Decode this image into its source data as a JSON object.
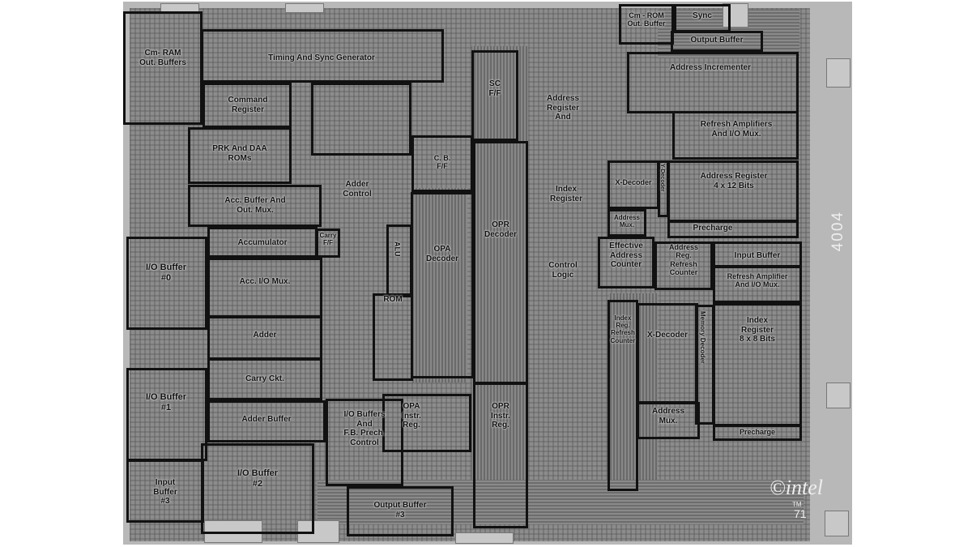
{
  "chip": {
    "part_number": "4004",
    "brand": "©intel",
    "trademark": "TM",
    "year": "71"
  },
  "blocks": {
    "cm_ram_out_buffers": "Cm- RAM\nOut. Buffers",
    "timing_sync_generator": "Timing And Sync Generator",
    "command_register": "Command\nRegister",
    "prk_daa_roms": "PRK And DAA\nROMs",
    "acc_buffer_out_mux": "Acc. Buffer And\nOut. Mux.",
    "accumulator": "Accumulator",
    "carry_ff": "Carry\nF/F",
    "io_buffer_0": "I/O Buffer\n#0",
    "acc_io_mux": "Acc. I/O  Mux.",
    "adder": "Adder",
    "carry_ckt": "Carry Ckt.",
    "io_buffer_1": "I/O Buffer\n#1",
    "adder_buffer": "Adder  Buffer",
    "input_buffer_3": "Input\nBuffer\n#3",
    "io_buffer_2": "I/O Buffer\n#2",
    "io_buffers_fb_prech": "I/O Buffers\nAnd\nF.B. Prech.\nControl",
    "output_buffer_3": "Output Buffer\n#3",
    "adder_control": "Adder\nControl",
    "c_b_ff": "C. B.\nF/F",
    "alu_label": "ALU",
    "opa_decoder": "OPA\nDecoder",
    "rom": "ROM",
    "opa_instr_reg": "OPA\nInstr.\nReg.",
    "sc_ff": "SC\nF/F",
    "opr_decoder": "OPR\nDecoder",
    "opr_instr_reg": "OPR\nInstr.\nReg.",
    "address_register_index": "Address\nRegister\nAnd",
    "index_register_mid": "Index\nRegister",
    "control_logic": "Control\nLogic",
    "cm_rom_out_buffer": "Cm - ROM\nOut. Buffer",
    "sync_output_buffer_top": "Sync",
    "output_buffer": "Output Buffer",
    "address_incrementer": "Address Incrementer",
    "refresh_amplifiers_io_mux": "Refresh  Amplifiers\nAnd I/O Mux.",
    "x_decoder_top": "X-Decoder",
    "y_decoder": "Y-Decoder",
    "address_register_4x12": "Address Register\n4 x 12 Bits",
    "address_mux_top": "Address\nMux.",
    "precharge_top": "Precharge",
    "effective_address_counter": "Effective\nAddress\nCounter",
    "address_reg_refresh_counter": "Address\nReg.\nRefresh\nCounter",
    "input_buffer": "Input  Buffer",
    "refresh_amplifier_io_mux": "Refresh Amplifier\nAnd I/O Mux.",
    "index_reg_refresh_counter": "Index\nReg.\nRefresh Counter",
    "x_decoder_bottom": "X-Decoder",
    "memory_decoder": "Memory Decoder",
    "index_register_8x8": "Index\nRegister\n8 x 8  Bits",
    "address_mux_bottom": "Address\nMux.",
    "precharge_bottom": "Precharge"
  }
}
